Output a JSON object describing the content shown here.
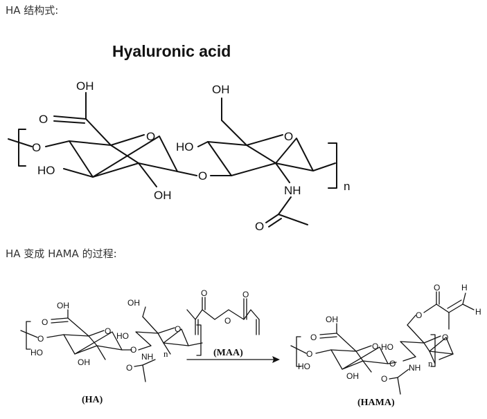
{
  "captions": {
    "ha_structure": "HA 结构式:",
    "ha_to_hama": "HA  变成 HAMA 的过程:"
  },
  "main_structure": {
    "title": "Hyaluronic acid",
    "atoms": {
      "oh_carboxyl": "OH",
      "o_carbonyl": "O",
      "o_left": "O",
      "ring1_o": "O",
      "ho_left": "HO",
      "oh_bottom": "OH",
      "glycosidic_o": "O",
      "oh_top": "OH",
      "ho_ring2": "HO",
      "ring2_o": "O",
      "nh": "NH",
      "o_acetyl": "O",
      "n_repeat": "n"
    }
  },
  "reaction": {
    "ha_label": "(HA)",
    "maa_label": "(MAA)",
    "hama_label": "(HAMA)",
    "small_atoms": {
      "oh": "OH",
      "ho": "HO",
      "o": "O",
      "nh": "NH",
      "n": "n",
      "h": "H"
    }
  }
}
